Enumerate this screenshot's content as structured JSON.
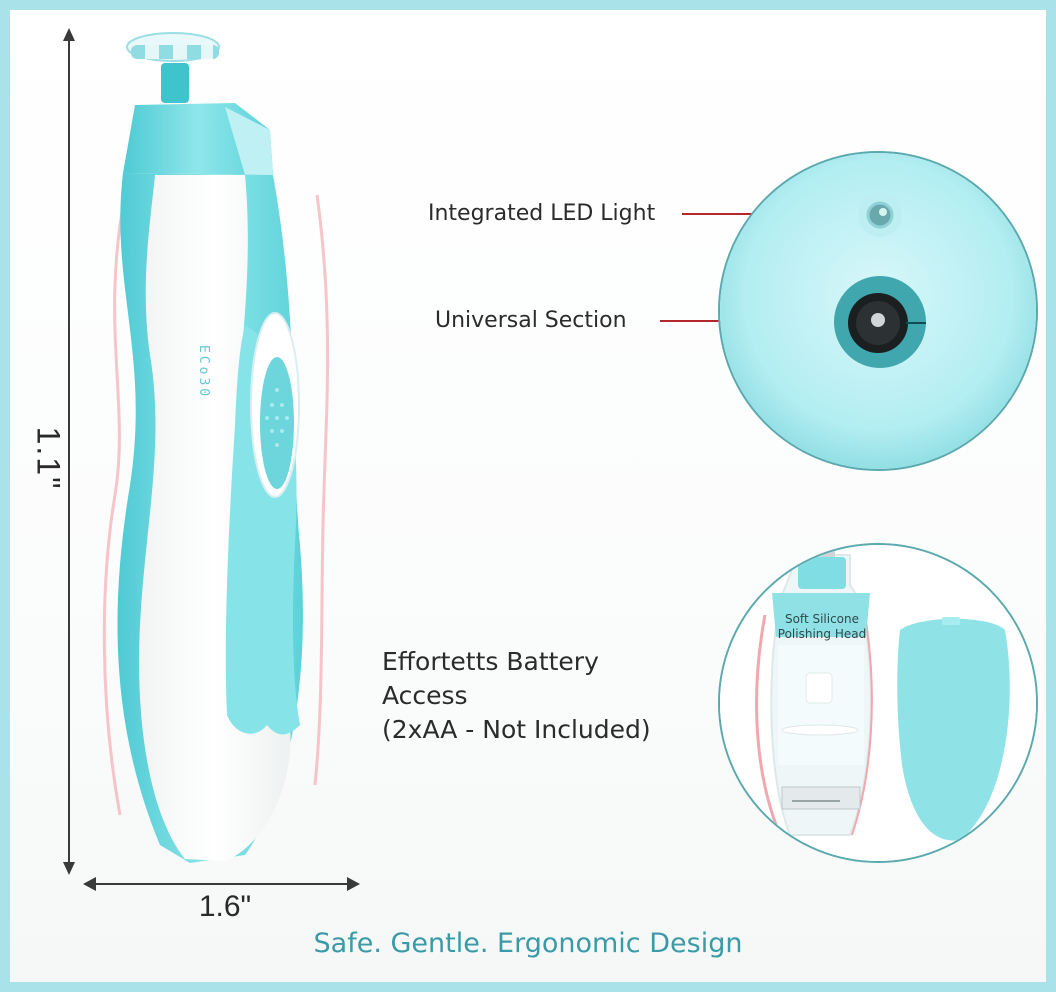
{
  "colors": {
    "border": "#a9e3e9",
    "accent_teal": "#3a9aa6",
    "device_aqua": "#7fdfe4",
    "callout_red": "#b4262b",
    "text_dark": "#2b2b2b"
  },
  "dimensions": {
    "height_label": "1.1\"",
    "width_label": "1.6\""
  },
  "device": {
    "model_marking": "ECo30"
  },
  "callouts": {
    "led_light": "Integrated LED Light",
    "universal_section": "Universal Section"
  },
  "battery": {
    "line1": "Effortetts Battery",
    "line2": "Access",
    "line3": "(2xAA - Not Included)"
  },
  "battery_detail": {
    "badge_line1": "Soft Silicone",
    "badge_line2": "Polishing Head"
  },
  "tagline": "Safe. Gentle. Ergonomic Design"
}
